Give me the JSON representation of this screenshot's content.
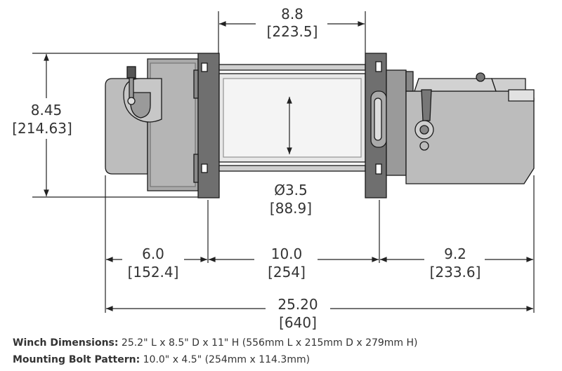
{
  "dimensions": {
    "top_width": {
      "value": "8.8",
      "metric": "[223.5]"
    },
    "height": {
      "value": "8.45",
      "metric": "[214.63]"
    },
    "drum_diameter": {
      "value": "Ø3.5",
      "metric": "[88.9]"
    },
    "motor_length": {
      "value": "6.0",
      "metric": "[152.4]"
    },
    "drum_length": {
      "value": "10.0",
      "metric": "[254]"
    },
    "gearbox_length": {
      "value": "9.2",
      "metric": "[233.6]"
    },
    "overall_length": {
      "value": "25.20",
      "metric": "[640]"
    }
  },
  "captions": [
    {
      "label": "Winch Dimensions:",
      "text": " 25.2\" L x 8.5\" D x 11\" H (556mm L x 215mm D x 279mm H)"
    },
    {
      "label": "Mounting Bolt Pattern:",
      "text": " 10.0\" x 4.5\" (254mm x 114.3mm)"
    }
  ]
}
